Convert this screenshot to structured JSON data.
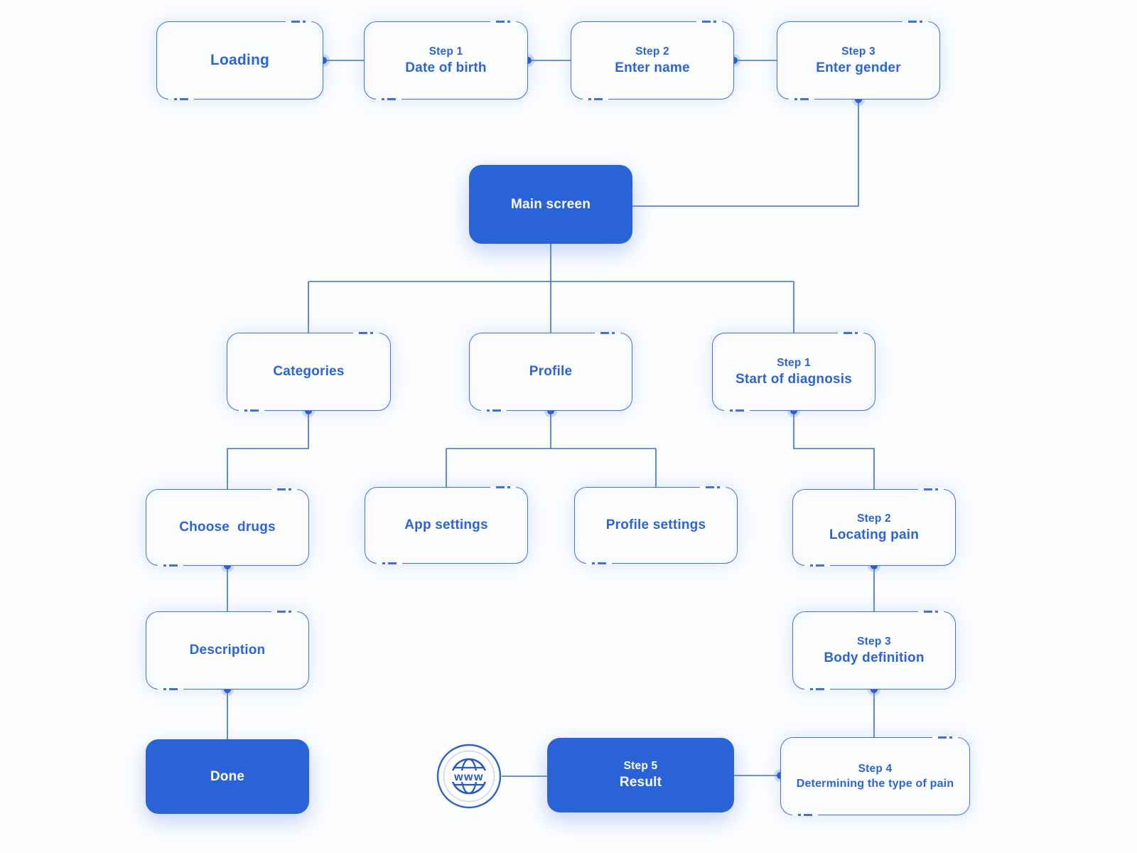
{
  "diagram": {
    "type": "app-flowchart",
    "colors": {
      "accent_fill": "#2a63d8",
      "box_border": "#4273d0",
      "connector_line": "#3a6ec6",
      "connector_dot": "#1d54ce",
      "label_text": "#2b63d8",
      "filled_label_text": "#ffffff",
      "background": "#fcfdff"
    },
    "nodes": {
      "loading": {
        "label": "Loading"
      },
      "step1_dob": {
        "sub": "Step 1",
        "label": "Date of birth"
      },
      "step2_name": {
        "sub": "Step 2",
        "label": "Enter name"
      },
      "step3_gender": {
        "sub": "Step 3",
        "label": "Enter gender"
      },
      "main_screen": {
        "label": "Main screen",
        "filled": true
      },
      "categories": {
        "label": "Categories"
      },
      "profile": {
        "label": "Profile"
      },
      "step1_diagnosis": {
        "sub": "Step 1",
        "label": "Start of diagnosis"
      },
      "choose_drugs": {
        "label": "Choose  drugs"
      },
      "app_settings": {
        "label": "App settings"
      },
      "profile_settings": {
        "label": "Profile settings"
      },
      "step2_locating_pain": {
        "sub": "Step 2",
        "label": "Locating pain"
      },
      "description": {
        "label": "Description"
      },
      "step3_body_definition": {
        "sub": "Step 3",
        "label": "Body definition"
      },
      "done": {
        "label": "Done",
        "filled": true
      },
      "step5_result": {
        "sub": "Step 5",
        "label": "Result",
        "filled": true
      },
      "step4_pain_type": {
        "sub": "Step 4",
        "label": "Determining the type of pain"
      },
      "globe": {
        "label": "www"
      }
    },
    "edges": [
      [
        "loading",
        "step1_dob"
      ],
      [
        "step1_dob",
        "step2_name"
      ],
      [
        "step2_name",
        "step3_gender"
      ],
      [
        "step3_gender",
        "main_screen"
      ],
      [
        "main_screen",
        "categories"
      ],
      [
        "main_screen",
        "profile"
      ],
      [
        "main_screen",
        "step1_diagnosis"
      ],
      [
        "categories",
        "choose_drugs"
      ],
      [
        "profile",
        "app_settings"
      ],
      [
        "profile",
        "profile_settings"
      ],
      [
        "step1_diagnosis",
        "step2_locating_pain"
      ],
      [
        "choose_drugs",
        "description"
      ],
      [
        "description",
        "done"
      ],
      [
        "step2_locating_pain",
        "step3_body_definition"
      ],
      [
        "step3_body_definition",
        "step4_pain_type"
      ],
      [
        "step4_pain_type",
        "step5_result"
      ],
      [
        "step5_result",
        "globe"
      ]
    ]
  }
}
